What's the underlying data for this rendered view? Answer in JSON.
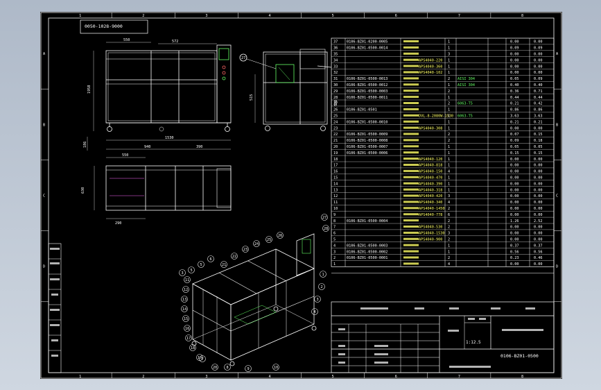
{
  "drawing": {
    "ref_no": "0050-1028-9000",
    "drawing_no": "0106-BZ01-0500",
    "scale": "1:12.5",
    "column_labels": [
      "1",
      "2",
      "3",
      "4",
      "5",
      "6",
      "7",
      "8"
    ],
    "row_labels": [
      "A",
      "B",
      "C",
      "D"
    ]
  },
  "front_view": {
    "dims": [
      "550",
      "572",
      "1530",
      "1958",
      "186"
    ]
  },
  "side_view": {
    "callout": "27",
    "dims": [
      "515",
      "500"
    ]
  },
  "top_view": {
    "dims": [
      "940",
      "390",
      "550",
      "630",
      "290"
    ]
  },
  "iso_view": {
    "callouts": [
      "3",
      "5",
      "5",
      "6",
      "11",
      "12",
      "13",
      "14",
      "15",
      "16",
      "17",
      "18",
      "19",
      "20",
      "21",
      "22",
      "23",
      "24",
      "25",
      "26",
      "27",
      "28",
      "1",
      "2",
      "3",
      "4",
      "7",
      "8",
      "9",
      "10"
    ]
  },
  "bom": {
    "rows": [
      {
        "no": "37",
        "code": "0106-BZ01-0200-0005",
        "spec": "",
        "qty": "1",
        "mat": "",
        "w1": "0.00",
        "w2": "0.00"
      },
      {
        "no": "36",
        "code": "0106-BZ01-0500-0014",
        "spec": "",
        "qty": "1",
        "mat": "",
        "w1": "0.09",
        "w2": "0.09"
      },
      {
        "no": "35",
        "code": "",
        "spec": "",
        "qty": "3",
        "mat": "",
        "w1": "0.00",
        "w2": "0.00"
      },
      {
        "no": "34",
        "code": "",
        "spec": "APS4040-220",
        "qty": "1",
        "mat": "",
        "w1": "0.00",
        "w2": "0.00"
      },
      {
        "no": "33",
        "code": "",
        "spec": "APS4040-360",
        "qty": "1",
        "mat": "",
        "w1": "0.00",
        "w2": "0.00"
      },
      {
        "no": "32",
        "code": "",
        "spec": "APS4040-102",
        "qty": "1",
        "mat": "",
        "w1": "0.00",
        "w2": "0.00"
      },
      {
        "no": "31",
        "code": "0106-BZ01-0500-0013",
        "spec": "",
        "qty": "2",
        "mat": "AISI 304",
        "w1": "0.05",
        "w2": "0.09"
      },
      {
        "no": "30",
        "code": "0106-BZ01-0500-0012",
        "spec": "",
        "qty": "1",
        "mat": "AISI 304",
        "w1": "0.40",
        "w2": "0.40"
      },
      {
        "no": "29",
        "code": "0106-BZ01-0500-0003",
        "spec": "",
        "qty": "2",
        "mat": "",
        "w1": "0.36",
        "w2": "0.71"
      },
      {
        "no": "28",
        "code": "0106-BZ01-0500-0011",
        "spec": "",
        "qty": "1",
        "mat": "",
        "w1": "0.44",
        "w2": "0.44"
      },
      {
        "no": "27",
        "code": "",
        "spec": "",
        "qty": "2",
        "mat": "6063-T5",
        "w1": "0.21",
        "w2": "0.42"
      },
      {
        "no": "26",
        "code": "0106-BZ01-0501",
        "spec": "",
        "qty": "1",
        "mat": "",
        "w1": "0.86",
        "w2": "0.86"
      },
      {
        "no": "25",
        "code": "",
        "spec": "DVL-8-2080W-1530",
        "qty": "1",
        "mat": "6063-T5",
        "w1": "3.63",
        "w2": "3.63"
      },
      {
        "no": "24",
        "code": "0106-BZ01-0500-0010",
        "spec": "",
        "qty": "1",
        "mat": "",
        "w1": "0.21",
        "w2": "0.21"
      },
      {
        "no": "23",
        "code": "",
        "spec": "APS4040-308",
        "qty": "1",
        "mat": "",
        "w1": "0.00",
        "w2": "0.00"
      },
      {
        "no": "22",
        "code": "0106-BZ01-0500-0009",
        "spec": "",
        "qty": "2",
        "mat": "",
        "w1": "0.07",
        "w2": "0.15"
      },
      {
        "no": "21",
        "code": "0106-BZ01-0500-0008",
        "spec": "",
        "qty": "2",
        "mat": "",
        "w1": "0.09",
        "w2": "0.18"
      },
      {
        "no": "20",
        "code": "0106-BZ01-0500-0007",
        "spec": "",
        "qty": "1",
        "mat": "",
        "w1": "0.05",
        "w2": "0.05"
      },
      {
        "no": "19",
        "code": "0106-BZ01-0500-0006",
        "spec": "",
        "qty": "1",
        "mat": "",
        "w1": "0.15",
        "w2": "0.15"
      },
      {
        "no": "18",
        "code": "",
        "spec": "APS4040-120",
        "qty": "1",
        "mat": "",
        "w1": "0.00",
        "w2": "0.00"
      },
      {
        "no": "17",
        "code": "",
        "spec": "APS4040-818",
        "qty": "1",
        "mat": "",
        "w1": "0.00",
        "w2": "0.00"
      },
      {
        "no": "16",
        "code": "",
        "spec": "APS4040-150",
        "qty": "4",
        "mat": "",
        "w1": "0.00",
        "w2": "0.00"
      },
      {
        "no": "15",
        "code": "",
        "spec": "APS4040-470",
        "qty": "1",
        "mat": "",
        "w1": "0.00",
        "w2": "0.00"
      },
      {
        "no": "14",
        "code": "",
        "spec": "APS4040-390",
        "qty": "1",
        "mat": "",
        "w1": "0.00",
        "w2": "0.00"
      },
      {
        "no": "13",
        "code": "",
        "spec": "APS4040-318",
        "qty": "1",
        "mat": "",
        "w1": "0.00",
        "w2": "0.00"
      },
      {
        "no": "12",
        "code": "",
        "spec": "APS4040-420",
        "qty": "3",
        "mat": "",
        "w1": "0.00",
        "w2": "0.00"
      },
      {
        "no": "11",
        "code": "",
        "spec": "APS4040-340",
        "qty": "4",
        "mat": "",
        "w1": "0.00",
        "w2": "0.00"
      },
      {
        "no": "10",
        "code": "",
        "spec": "APS4040-1450",
        "qty": "2",
        "mat": "",
        "w1": "0.00",
        "w2": "0.00"
      },
      {
        "no": "9",
        "code": "",
        "spec": "APS4040-778",
        "qty": "6",
        "mat": "",
        "w1": "0.00",
        "w2": "0.00"
      },
      {
        "no": "8",
        "code": "0106-BZ01-0500-0004",
        "spec": "",
        "qty": "2",
        "mat": "",
        "w1": "1.26",
        "w2": "2.52"
      },
      {
        "no": "7",
        "code": "",
        "spec": "APS4040-530",
        "qty": "2",
        "mat": "",
        "w1": "0.00",
        "w2": "0.00"
      },
      {
        "no": "6",
        "code": "",
        "spec": "APS4040-1530",
        "qty": "3",
        "mat": "",
        "w1": "0.00",
        "w2": "0.00"
      },
      {
        "no": "5",
        "code": "",
        "spec": "APS4040-900",
        "qty": "2",
        "mat": "",
        "w1": "0.00",
        "w2": "0.00"
      },
      {
        "no": "4",
        "code": "0106-BZ01-0500-0003",
        "spec": "",
        "qty": "1",
        "mat": "",
        "w1": "0.37",
        "w2": "0.37"
      },
      {
        "no": "3",
        "code": "0106-BZ01-0500-0002",
        "spec": "",
        "qty": "1",
        "mat": "",
        "w1": "0.56",
        "w2": "0.56"
      },
      {
        "no": "2",
        "code": "0106-BZ01-0500-0001",
        "spec": "",
        "qty": "2",
        "mat": "",
        "w1": "0.23",
        "w2": "0.46"
      },
      {
        "no": "1",
        "code": "",
        "spec": "",
        "qty": "4",
        "mat": "",
        "w1": "0.00",
        "w2": "0.00"
      }
    ]
  },
  "colors": {
    "background": "#000000",
    "line": "#ffffff",
    "yellow": "#ffff66",
    "green": "#66ff66",
    "magenta": "#ff66ff"
  }
}
